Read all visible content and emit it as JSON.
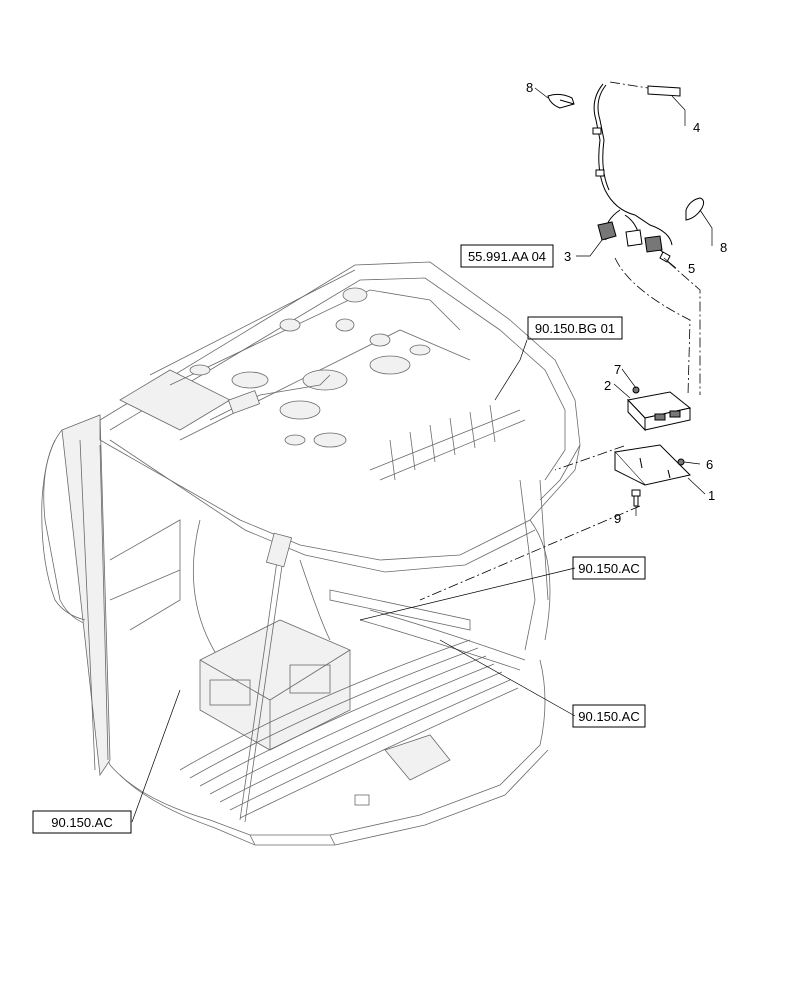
{
  "references": {
    "harness_ref": "55.991.AA 04",
    "roof_ref": "90.150.BG 01",
    "floor_ref_right": "90.150.AC",
    "mat_ref_right": "90.150.AC",
    "floor_ref_left": "90.150.AC"
  },
  "callouts": {
    "c1": "1",
    "c2": "2",
    "c3": "3",
    "c4": "4",
    "c5": "5",
    "c6": "6",
    "c7": "7",
    "c8a": "8",
    "c8b": "8",
    "c9": "9"
  }
}
